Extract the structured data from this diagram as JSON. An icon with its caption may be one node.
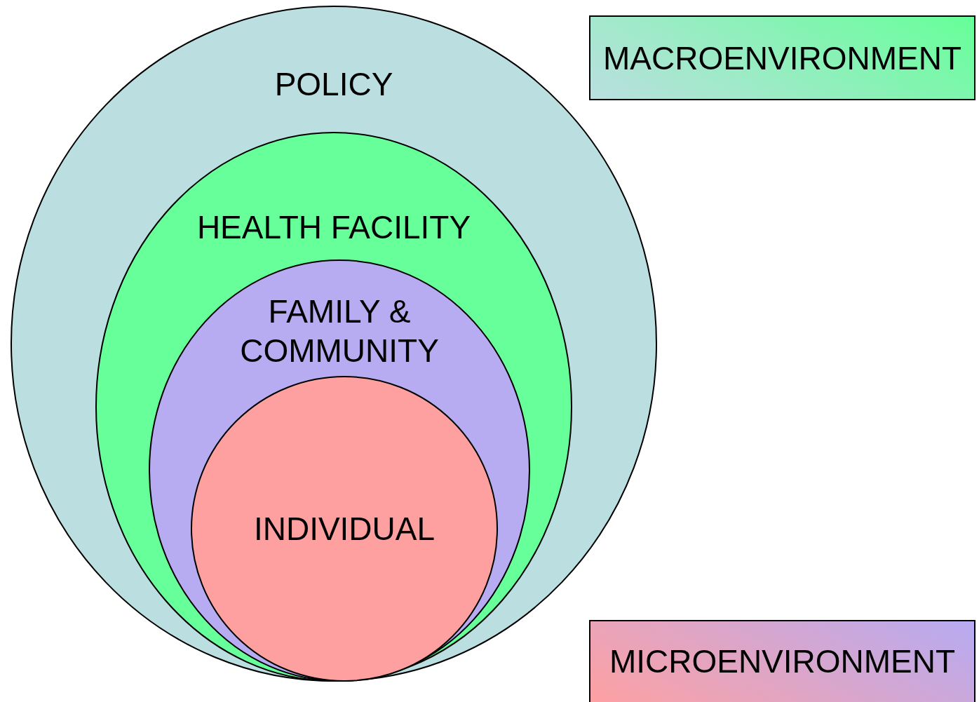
{
  "diagram": {
    "nodes": [
      {
        "text": [
          "POLICY"
        ]
      },
      {
        "text": [
          "HEALTH FACILITY"
        ],
        "in": 0
      },
      {
        "text": [
          "FAMILY & COMMUNITY"
        ],
        "in": 1
      },
      {
        "text": [
          "INDIVIDUAL"
        ],
        "in": 2
      },
      {
        "text": [
          "MACROENVIRONMENT"
        ]
      },
      {
        "text": [
          "MICROENVIRONMENT"
        ]
      }
    ]
  }
}
